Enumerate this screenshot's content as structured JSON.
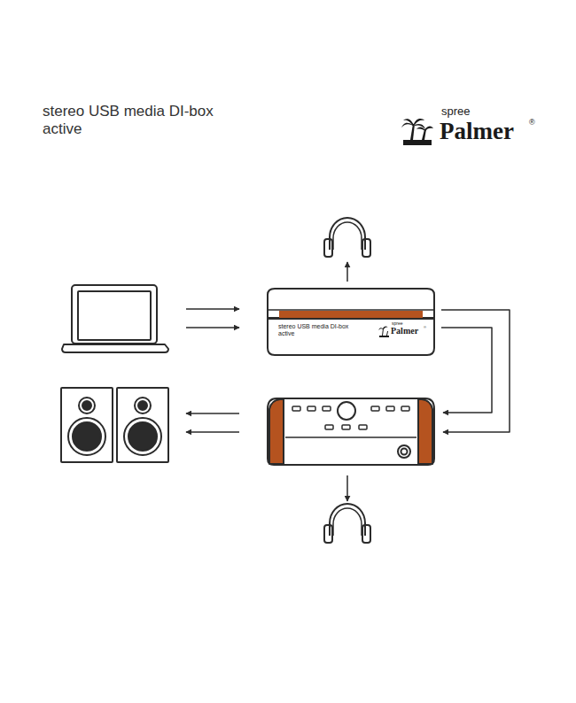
{
  "diagram": {
    "title": "stereo USB media DI-box active",
    "nodes": [
      {
        "text": [
          "stereo USB media DI-box active",
          "spree",
          "Palmer",
          "®"
        ]
      }
    ],
    "labels": [
      "spree",
      "Palmer",
      "®"
    ]
  }
}
